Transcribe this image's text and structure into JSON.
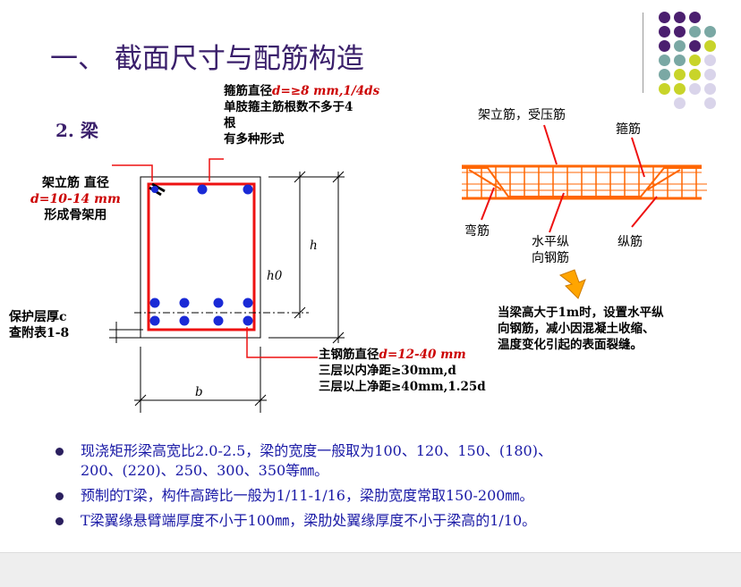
{
  "title": "一、 截面尺寸与配筋构造",
  "subtitle": "2. 梁",
  "labels": {
    "stirrup": {
      "line1_prefix": "箍筋直径",
      "line1_italic": "d=≥8 mm,1/4ds",
      "line2": "单肢箍主筋根数不多于4",
      "line3": "根",
      "line4": "有多种形式"
    },
    "erection_bar": {
      "line1": "架立筋 直径",
      "line2": "d=10-14 mm",
      "line3": "形成骨架用"
    },
    "cover": {
      "line1": "保护层厚c",
      "line2": "查附表1-8"
    },
    "main_bar": {
      "line1_prefix": "主钢筋直径",
      "line1_italic": "d=12-40 mm",
      "line2": "三层以内净距≥30mm,d",
      "line3": "三层以上净距≥40mm,1.25d"
    },
    "dims": {
      "h": "h",
      "h0": "h0",
      "b": "b"
    },
    "elevation": {
      "top_bar": "架立筋，受压筋",
      "stirrup": "箍筋",
      "bent_bar": "弯筋",
      "horizontal_bar_line1": "水平纵",
      "horizontal_bar_line2": "向钢筋",
      "long_bar": "纵筋"
    },
    "note": {
      "line1": "当梁高大于1m时，设置水平纵",
      "line2": "向钢筋，减小因混凝土收缩、",
      "line3": "温度变化引起的表面裂缝。"
    }
  },
  "bullets": [
    {
      "line1": "现浇矩形梁高宽比2.0-2.5，梁的宽度一般取为100、120、150、(180)、",
      "line2": "200、(220)、250、300、350等㎜。"
    },
    {
      "line1": "预制的T梁，构件高跨比一般为1/11-1/16，梁肋宽度常取150-200㎜。",
      "line2": ""
    },
    {
      "line1": "T梁翼缘悬臂端厚度不小于100㎜，梁肋处翼缘厚度不小于梁高的1/10。",
      "line2": ""
    }
  ],
  "colors": {
    "title": "#3a1f6b",
    "bullet_text": "#1a1aa6",
    "dot_purple": "#4b1f6f",
    "dot_teal": "#7aa8a4",
    "dot_yellow": "#c8d42a",
    "dot_lavender": "#d9d4ea",
    "rebar_red": "#ee1111",
    "bar_blue": "#1a2ad6",
    "elevation_orange": "#ff6600"
  }
}
